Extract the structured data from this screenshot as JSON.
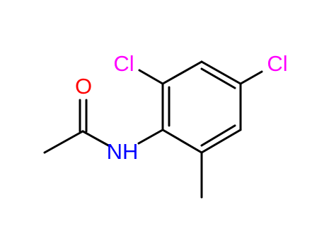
{
  "molecule": {
    "atoms": {
      "cl_left": {
        "text": "Cl",
        "color": "#ff00ff"
      },
      "cl_right": {
        "text": "Cl",
        "color": "#ff00ff"
      },
      "oxygen": {
        "text": "O",
        "color": "#ff0000"
      },
      "nh": {
        "text": "NH",
        "color": "#0000ff"
      }
    }
  }
}
